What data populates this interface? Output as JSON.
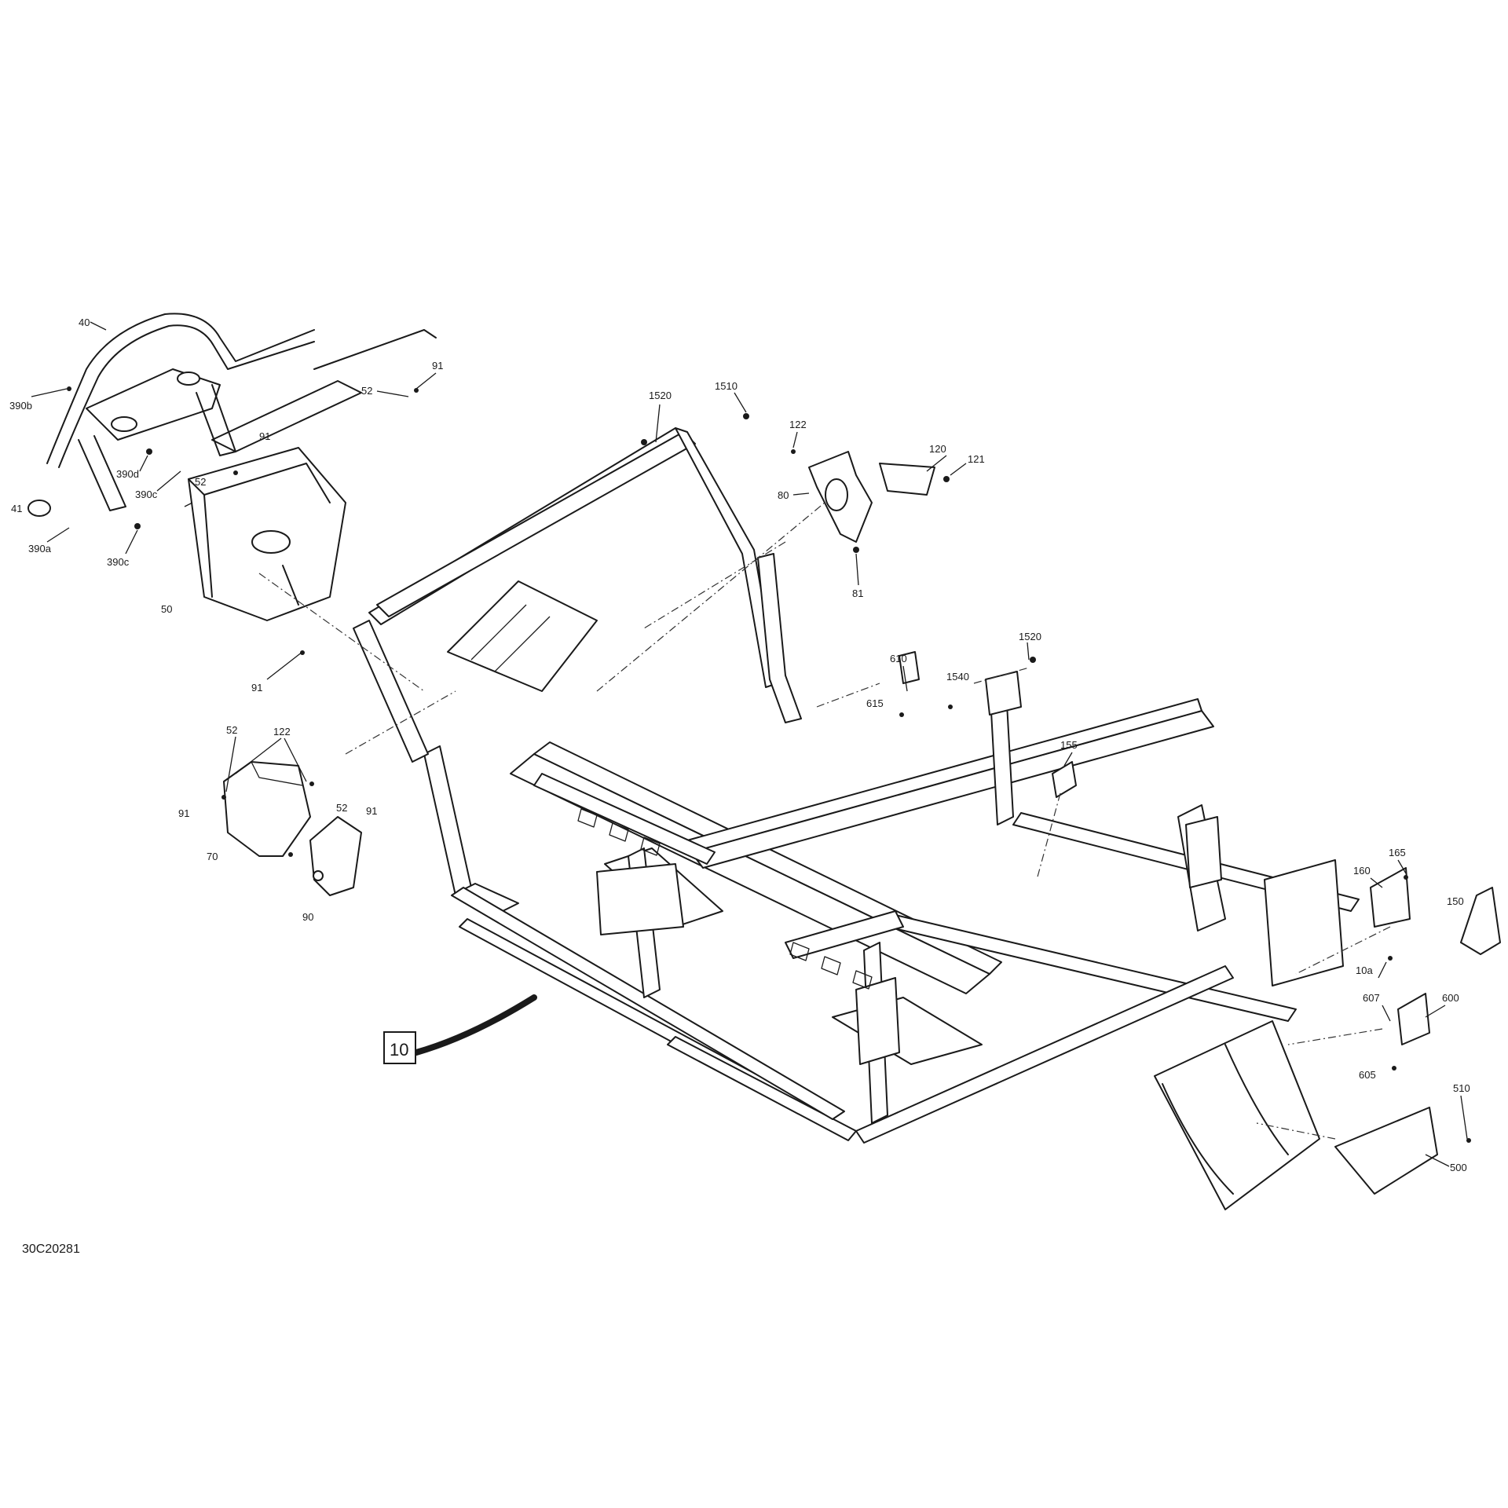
{
  "diagram_ref": "30C20281",
  "callouts": [
    "40",
    "41",
    "390b",
    "390d",
    "390c",
    "390a",
    "390c",
    "91",
    "52",
    "91",
    "52",
    "50",
    "91",
    "1520",
    "1510",
    "122",
    "120",
    "121",
    "80",
    "81",
    "610",
    "615",
    "1540",
    "1520",
    "52",
    "122",
    "52",
    "91",
    "91",
    "70",
    "90",
    "155",
    "165",
    "160",
    "150",
    "10a",
    "607",
    "600",
    "605",
    "510",
    "500"
  ],
  "main_assembly_label": "10"
}
